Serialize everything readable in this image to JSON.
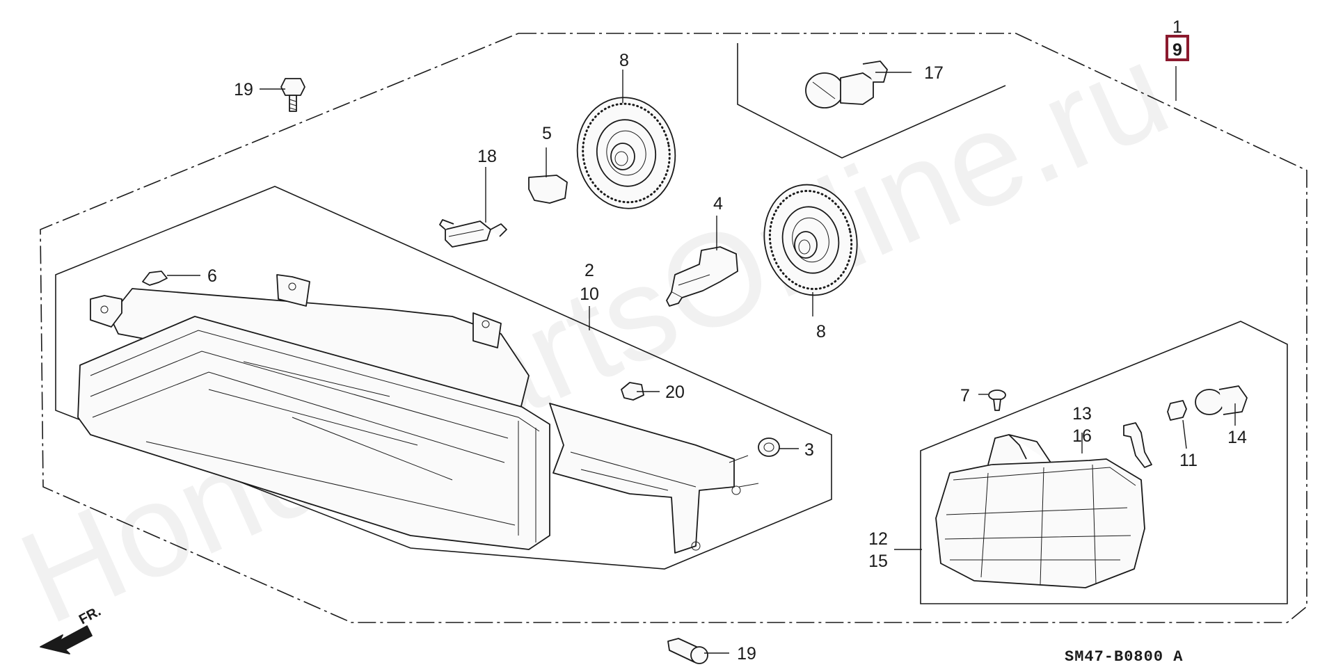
{
  "diagram": {
    "watermark": "HondaPartsOnline.ru",
    "code": "SM47-B0800 A",
    "direction_label": "FR.",
    "highlighted_label": "9",
    "labels": [
      {
        "id": "label-1",
        "text": "1"
      },
      {
        "id": "label-9",
        "text": "9"
      },
      {
        "id": "label-17",
        "text": "17"
      },
      {
        "id": "label-8-top",
        "text": "8"
      },
      {
        "id": "label-8-bottom",
        "text": "8"
      },
      {
        "id": "label-5",
        "text": "5"
      },
      {
        "id": "label-18",
        "text": "18"
      },
      {
        "id": "label-4",
        "text": "4"
      },
      {
        "id": "label-19-top",
        "text": "19"
      },
      {
        "id": "label-19-bottom",
        "text": "19"
      },
      {
        "id": "label-6",
        "text": "6"
      },
      {
        "id": "label-2",
        "text": "2"
      },
      {
        "id": "label-10",
        "text": "10"
      },
      {
        "id": "label-20",
        "text": "20"
      },
      {
        "id": "label-3",
        "text": "3"
      },
      {
        "id": "label-7",
        "text": "7"
      },
      {
        "id": "label-13",
        "text": "13"
      },
      {
        "id": "label-16",
        "text": "16"
      },
      {
        "id": "label-11",
        "text": "11"
      },
      {
        "id": "label-14",
        "text": "14"
      },
      {
        "id": "label-12",
        "text": "12"
      },
      {
        "id": "label-15",
        "text": "15"
      }
    ]
  }
}
